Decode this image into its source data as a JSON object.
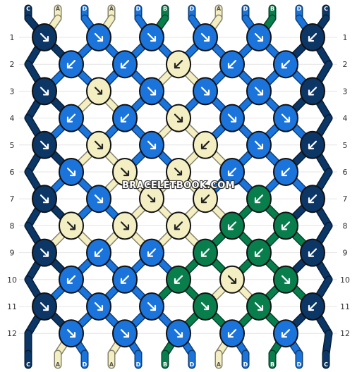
{
  "watermark": "BRACELETBOOK.COM",
  "colors": {
    "C": "#0b3666",
    "D": "#1a74db",
    "A": "#f4efc3",
    "B": "#087e4d"
  },
  "arrow_colors": {
    "dark": "#222222",
    "light": "#ffffff"
  },
  "top_strands": [
    "C",
    "A",
    "D",
    "A",
    "D",
    "B",
    "D",
    "A",
    "D",
    "B",
    "D",
    "C"
  ],
  "bottom_strands": [
    "C",
    "A",
    "D",
    "A",
    "D",
    "B",
    "D",
    "A",
    "D",
    "B",
    "D",
    "C"
  ],
  "row_labels_left": [
    "1",
    "2",
    "3",
    "4",
    "5",
    "6",
    "7",
    "8",
    "9",
    "10",
    "11",
    "12"
  ],
  "row_labels_right": [
    "1",
    "2",
    "3",
    "4",
    "5",
    "6",
    "7",
    "8",
    "9",
    "10",
    "11",
    "12"
  ],
  "knot_rows": [
    [
      {
        "c": "C",
        "a": "fwd"
      },
      {
        "c": "D",
        "a": "fwd"
      },
      {
        "c": "D",
        "a": "fwd"
      },
      {
        "c": "D",
        "a": "fwd"
      },
      {
        "c": "D",
        "a": "fwd"
      },
      {
        "c": "C",
        "a": "bwd"
      }
    ],
    [
      {
        "c": "D",
        "a": "bwd"
      },
      {
        "c": "D",
        "a": "bwd"
      },
      {
        "c": "A",
        "a": "bwd"
      },
      {
        "c": "D",
        "a": "bwd"
      },
      {
        "c": "D",
        "a": "bwd"
      }
    ],
    [
      {
        "c": "C",
        "a": "fwd"
      },
      {
        "c": "A",
        "a": "bfwd"
      },
      {
        "c": "D",
        "a": "fwd"
      },
      {
        "c": "D",
        "a": "fwd"
      },
      {
        "c": "D",
        "a": "fwd"
      },
      {
        "c": "C",
        "a": "bwd"
      }
    ],
    [
      {
        "c": "D",
        "a": "bwd"
      },
      {
        "c": "D",
        "a": "bwd"
      },
      {
        "c": "A",
        "a": "fwd"
      },
      {
        "c": "D",
        "a": "fwd"
      },
      {
        "c": "D",
        "a": "fwd"
      }
    ],
    [
      {
        "c": "C",
        "a": "fwd"
      },
      {
        "c": "A",
        "a": "fwd"
      },
      {
        "c": "D",
        "a": "fwd"
      },
      {
        "c": "A",
        "a": "bwd"
      },
      {
        "c": "D",
        "a": "fwd"
      },
      {
        "c": "C",
        "a": "bwd"
      }
    ],
    [
      {
        "c": "D",
        "a": "fwd"
      },
      {
        "c": "A",
        "a": "fwd"
      },
      {
        "c": "A",
        "a": "bfwd"
      },
      {
        "c": "D",
        "a": "bwd"
      },
      {
        "c": "D",
        "a": "bwd"
      }
    ],
    [
      {
        "c": "C",
        "a": "fwd"
      },
      {
        "c": "D",
        "a": "fwd"
      },
      {
        "c": "A",
        "a": "bfwd"
      },
      {
        "c": "A",
        "a": "bwd"
      },
      {
        "c": "B",
        "a": "bwd"
      },
      {
        "c": "C",
        "a": "bwd"
      }
    ],
    [
      {
        "c": "A",
        "a": "fwd"
      },
      {
        "c": "A",
        "a": "fwd"
      },
      {
        "c": "A",
        "a": "bwd"
      },
      {
        "c": "B",
        "a": "bwd"
      },
      {
        "c": "B",
        "a": "bwd"
      }
    ],
    [
      {
        "c": "C",
        "a": "fwd"
      },
      {
        "c": "D",
        "a": "bwd"
      },
      {
        "c": "D",
        "a": "bwd"
      },
      {
        "c": "B",
        "a": "bwd"
      },
      {
        "c": "B",
        "a": "bwd"
      },
      {
        "c": "C",
        "a": "bwd"
      }
    ],
    [
      {
        "c": "D",
        "a": "bwd"
      },
      {
        "c": "D",
        "a": "bwd"
      },
      {
        "c": "B",
        "a": "bwd"
      },
      {
        "c": "A",
        "a": "fwd"
      },
      {
        "c": "B",
        "a": "fwd"
      }
    ],
    [
      {
        "c": "C",
        "a": "fwd"
      },
      {
        "c": "D",
        "a": "fwd"
      },
      {
        "c": "D",
        "a": "fwd"
      },
      {
        "c": "B",
        "a": "bfwd"
      },
      {
        "c": "B",
        "a": "fwd"
      },
      {
        "c": "C",
        "a": "bwd"
      }
    ],
    [
      {
        "c": "D",
        "a": "fwd"
      },
      {
        "c": "D",
        "a": "fwd"
      },
      {
        "c": "D",
        "a": "fwd"
      },
      {
        "c": "D",
        "a": "bwd"
      },
      {
        "c": "D",
        "a": "bwd"
      }
    ]
  ]
}
